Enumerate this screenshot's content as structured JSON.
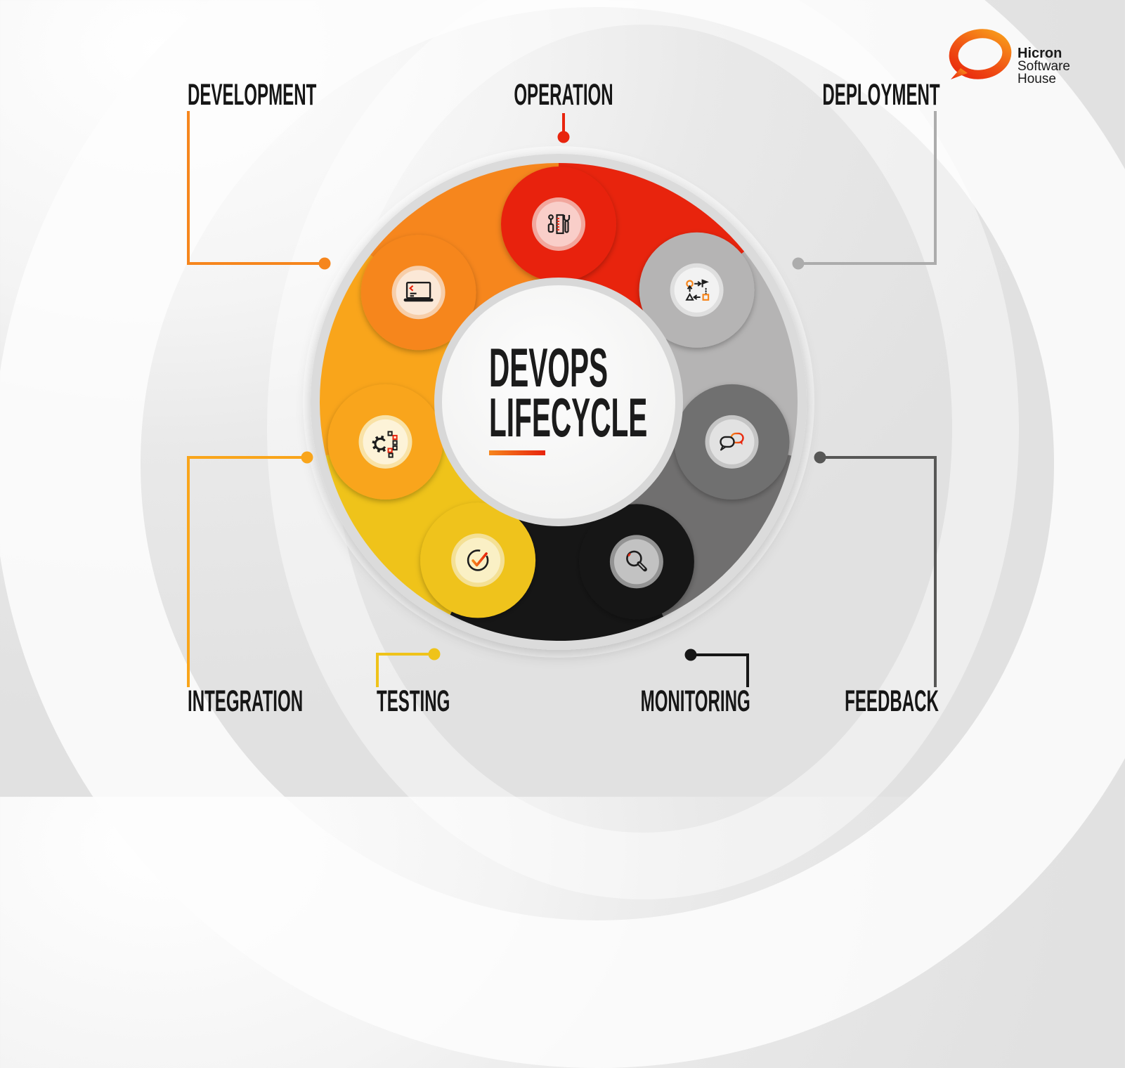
{
  "logo": {
    "brand_line1": "Hicron",
    "brand_line2": "Software",
    "brand_line3": "House",
    "bubble_color_start": "#E8240D",
    "bubble_color_mid": "#F05314",
    "bubble_color_end": "#F9A11B"
  },
  "center": {
    "title_line1": "DEVOPS",
    "title_line2": "LIFECYCLE",
    "underline_from": "#F6861D",
    "underline_to": "#E8240D"
  },
  "stages": [
    {
      "id": "operation",
      "label": "OPERATION",
      "color": "#E8240D",
      "connector_color": "#E8240D",
      "icon": "tools-icon",
      "icon_bg": "#F9CEC9",
      "icon_ring": "#F2A79D"
    },
    {
      "id": "deployment",
      "label": "DEPLOYMENT",
      "color": "#B5B4B4",
      "connector_color": "#ACACAC",
      "icon": "workflow-pipeline-icon",
      "icon_bg": "#F2F2F2",
      "icon_ring": "#DFDFDF"
    },
    {
      "id": "feedback",
      "label": "FEEDBACK",
      "color": "#706F6F",
      "connector_color": "#575756",
      "icon": "chat-bubbles-icon",
      "icon_bg": "#E2E2E2",
      "icon_ring": "#C5C5C5"
    },
    {
      "id": "monitoring",
      "label": "MONITORING",
      "color": "#161616",
      "connector_color": "#161616",
      "icon": "magnifier-icon",
      "icon_bg": "#C2C2C2",
      "icon_ring": "#939393"
    },
    {
      "id": "testing",
      "label": "TESTING",
      "color": "#EFC31A",
      "connector_color": "#EFC31A",
      "icon": "check-circle-icon",
      "icon_bg": "#FAF0C5",
      "icon_ring": "#F4E095"
    },
    {
      "id": "integration",
      "label": "INTEGRATION",
      "color": "#F9A51B",
      "connector_color": "#F9A51B",
      "icon": "gear-integration-icon",
      "icon_bg": "#FDF3D8",
      "icon_ring": "#F9E2A6"
    },
    {
      "id": "development",
      "label": "DEVELOPMENT",
      "color": "#F6861D",
      "connector_color": "#F6861D",
      "icon": "laptop-code-icon",
      "icon_bg": "#FBE8D7",
      "icon_ring": "#F7CEA9"
    }
  ]
}
